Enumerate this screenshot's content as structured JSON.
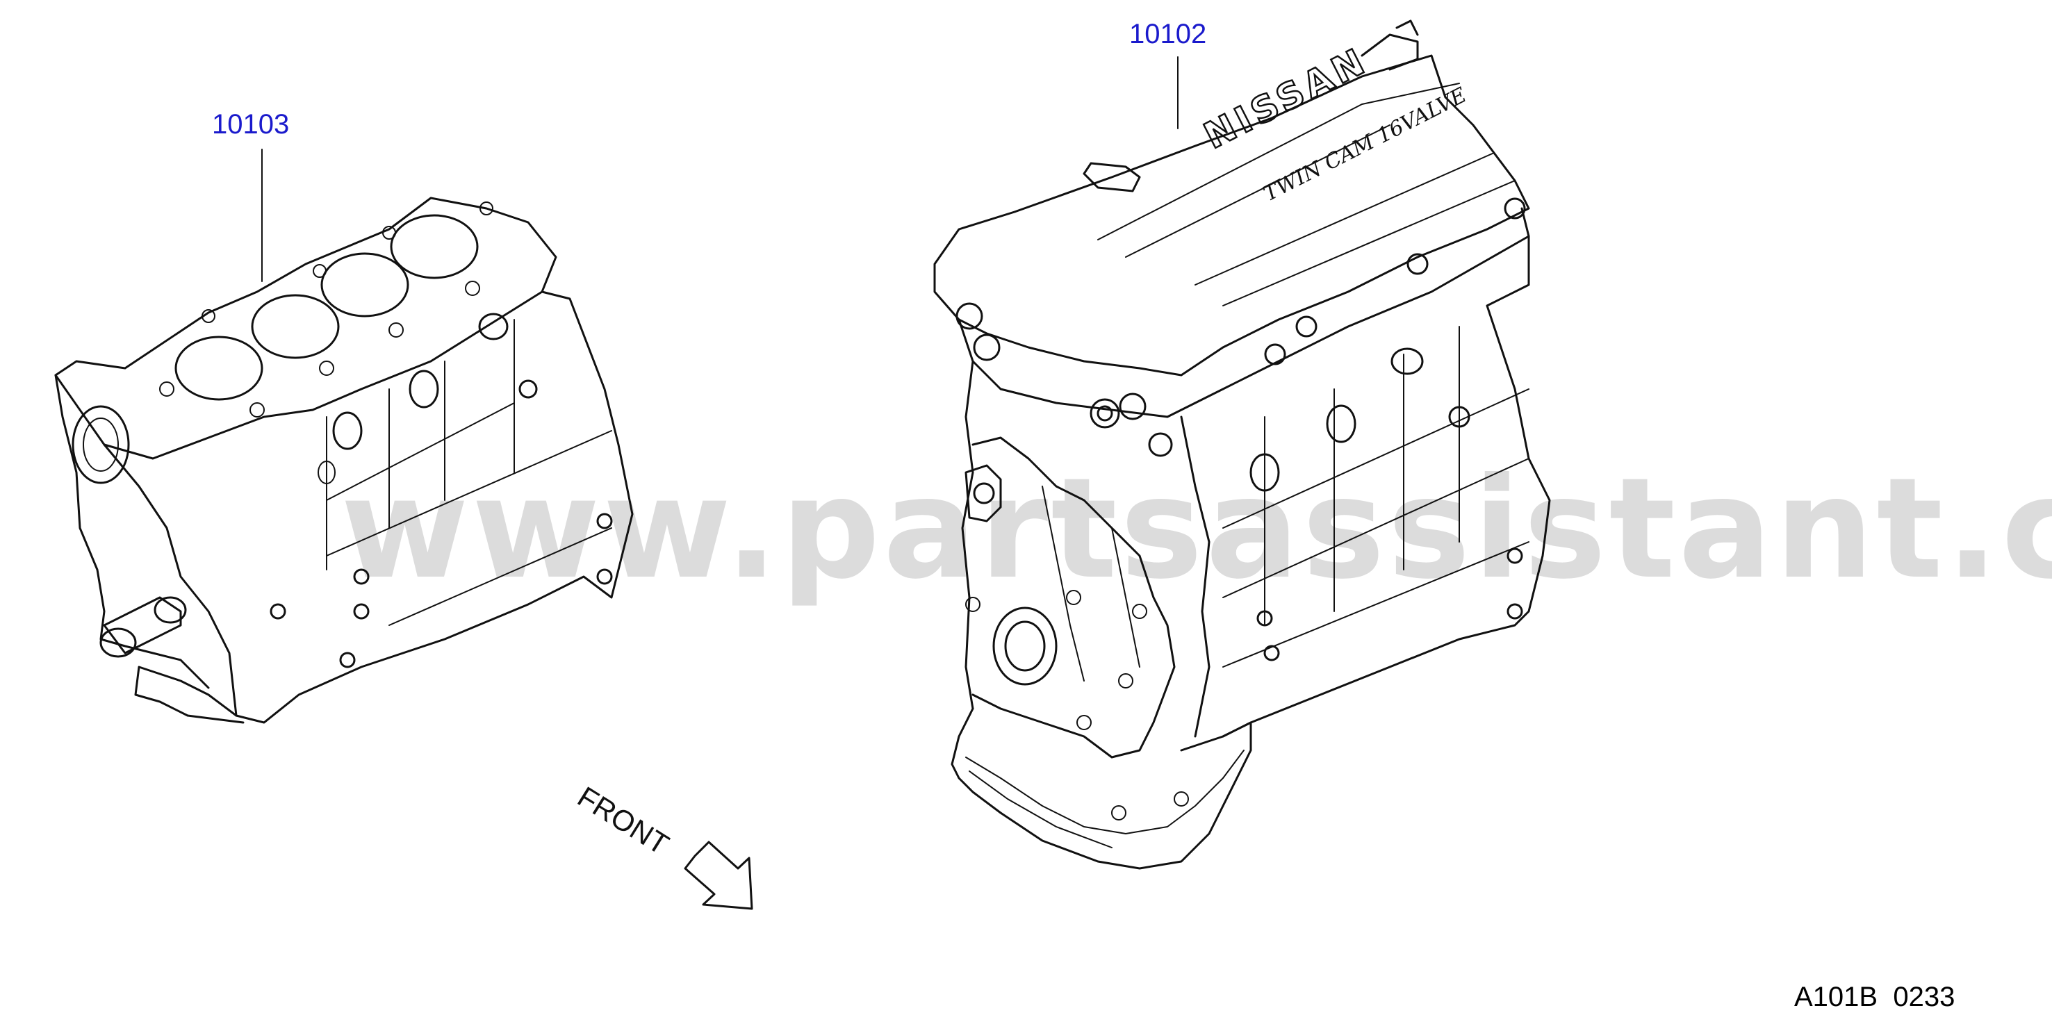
{
  "callouts": {
    "short_block": "10103",
    "long_block": "10102"
  },
  "front_label": "FRONT",
  "diagram_code": "A101B  0233",
  "watermark": "www.partsassistant.com",
  "logo_text": "NISSAN",
  "cover_script": "TWIN CAM 16VALVE",
  "colors": {
    "callout": "#1a1acc",
    "line": "#111111",
    "watermark": "#d6d6d6"
  }
}
